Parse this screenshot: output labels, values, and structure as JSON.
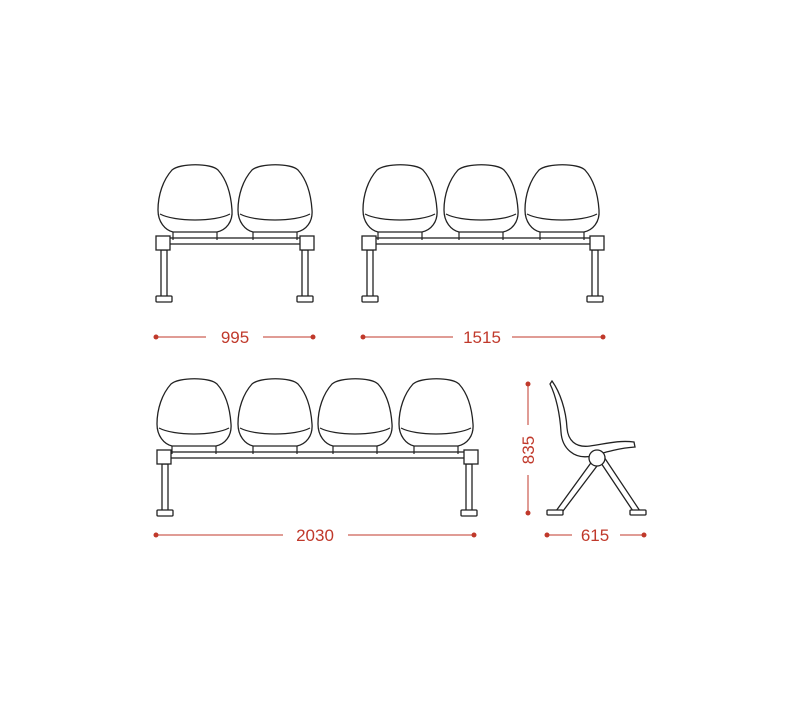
{
  "colors": {
    "line": "#222222",
    "dimension": "#c0392b",
    "background": "#ffffff"
  },
  "views": [
    {
      "id": "two-seat-front",
      "seats": 2,
      "width_label": "995"
    },
    {
      "id": "three-seat-front",
      "seats": 3,
      "width_label": "1515"
    },
    {
      "id": "four-seat-front",
      "seats": 4,
      "width_label": "2030"
    },
    {
      "id": "side-view",
      "depth_label": "615",
      "height_label": "835"
    }
  ]
}
